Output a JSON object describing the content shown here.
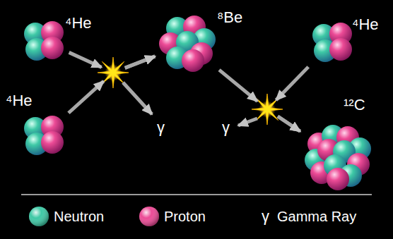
{
  "diagram": {
    "nodes": [
      {
        "text": [
          "⁴He"
        ]
      },
      {
        "text": [
          "⁴He"
        ]
      },
      {
        "text": [
          "⁸Be"
        ]
      },
      {
        "text": [
          "⁴He"
        ]
      },
      {
        "text": [
          "¹²C"
        ]
      }
    ],
    "edges": [
      {
        "from": 0,
        "to": 2,
        "arrow": "to"
      },
      {
        "from": 1,
        "to": 2,
        "arrow": "to"
      },
      {
        "from": 2,
        "to": 4,
        "arrow": "to"
      },
      {
        "from": 3,
        "to": 4,
        "arrow": "to"
      }
    ],
    "labels": [
      "γ",
      "γ",
      "γ"
    ],
    "legend": [
      {
        "text": "Neutron",
        "color": "#3fc9a6"
      },
      {
        "text": "Proton",
        "color": "#ec4b96"
      },
      {
        "text": "Gamma Ray"
      }
    ]
  }
}
